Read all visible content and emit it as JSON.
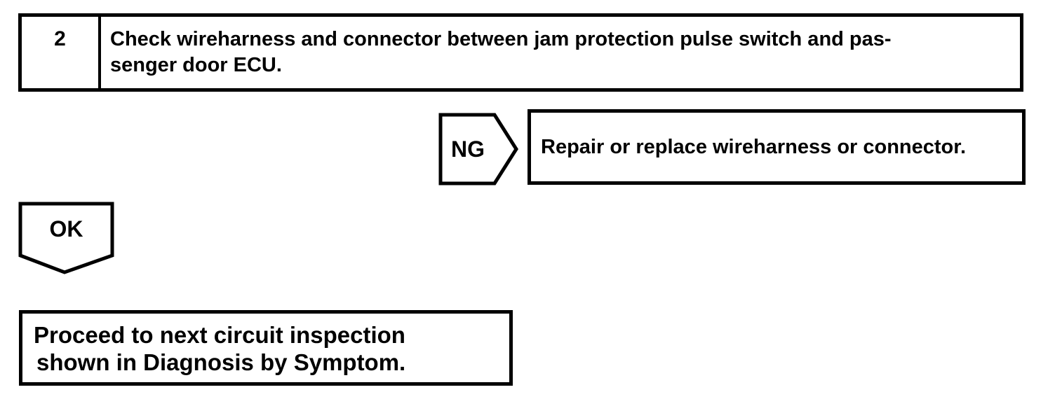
{
  "page": {
    "background_color": "#ffffff",
    "line_color": "#000000"
  },
  "flowchart": {
    "step_box": {
      "number": "2",
      "instruction_line1": "Check wireharness and connector between jam protection pulse switch and pas-",
      "instruction_line2": "senger door ECU."
    },
    "ng_branch": {
      "label": "NG",
      "result_text": "Repair or replace wireharness or connector."
    },
    "ok_branch": {
      "label": "OK",
      "result_line1": "Proceed to next circuit inspection",
      "result_line2": "shown in Diagnosis by Symptom."
    }
  }
}
